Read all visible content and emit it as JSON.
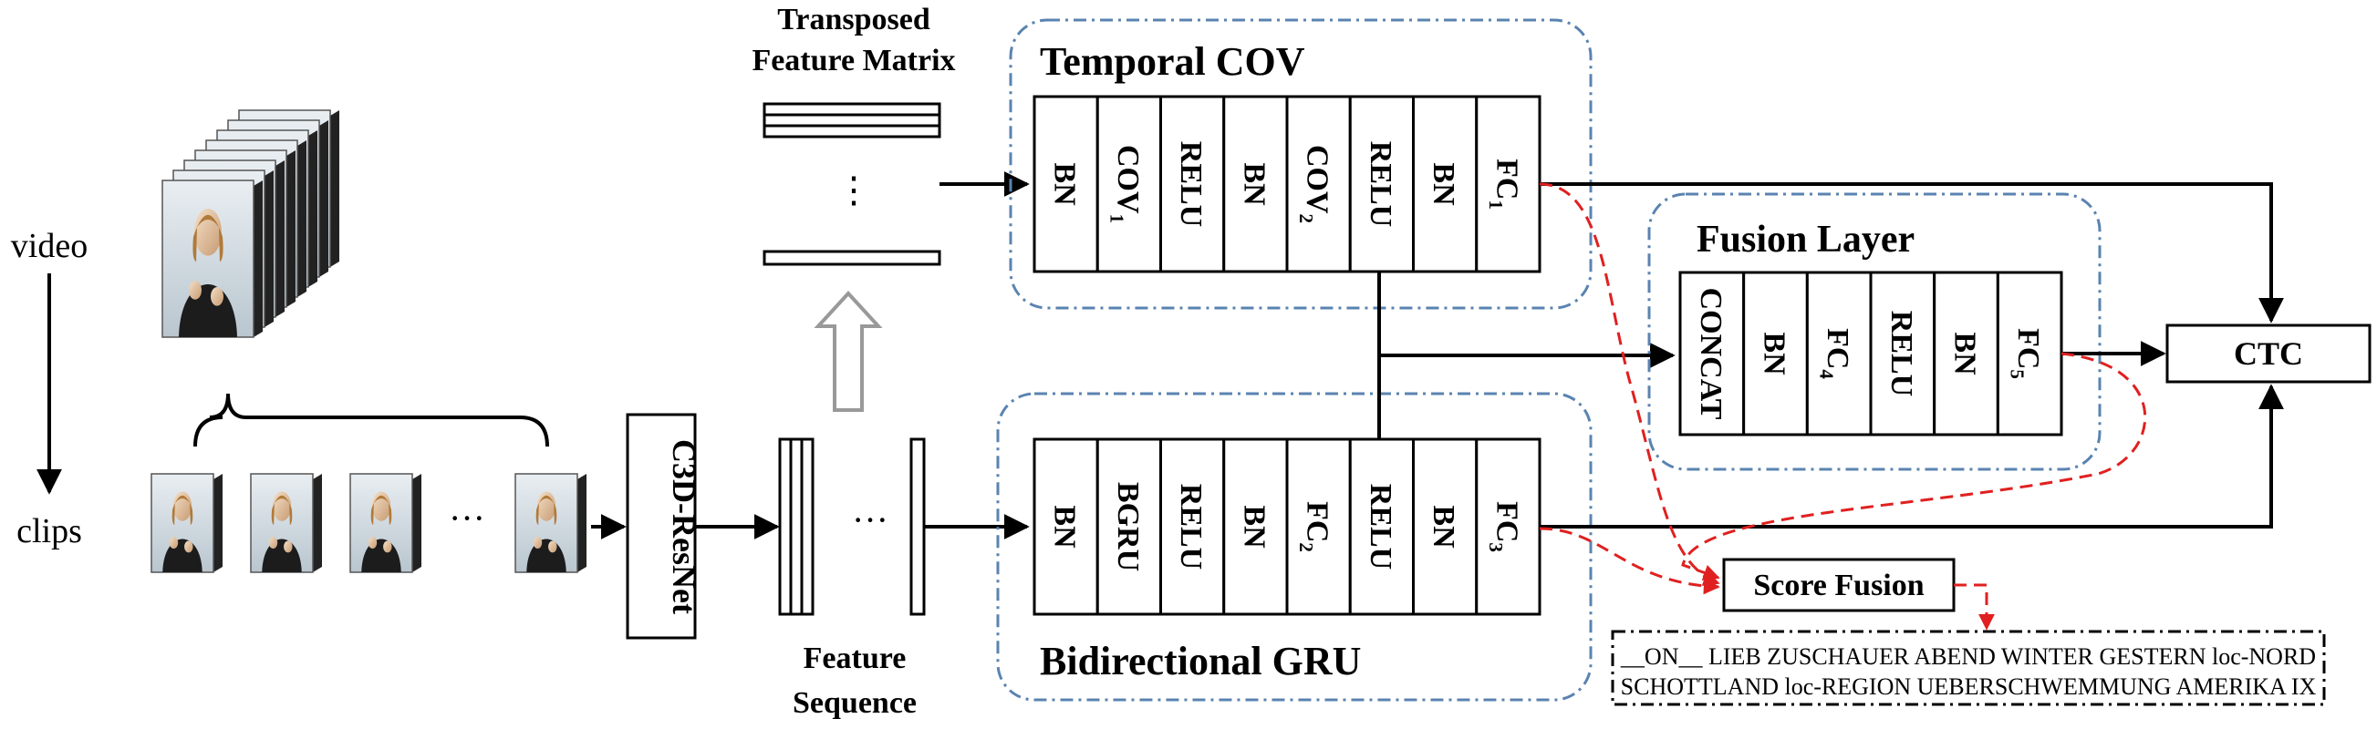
{
  "left": {
    "video": "video",
    "clips": "clips",
    "dots": "···"
  },
  "resnet": "C3D-ResNet",
  "transposed": {
    "line1": "Transposed",
    "line2": "Feature Matrix"
  },
  "feature_seq": {
    "line1": "Feature",
    "line2": "Sequence"
  },
  "temporal": {
    "title": "Temporal COV",
    "layers": [
      {
        "t": "BN",
        "s": ""
      },
      {
        "t": "COV",
        "s": "1"
      },
      {
        "t": "RELU",
        "s": ""
      },
      {
        "t": "BN",
        "s": ""
      },
      {
        "t": "COV",
        "s": "2"
      },
      {
        "t": "RELU",
        "s": ""
      },
      {
        "t": "BN",
        "s": ""
      },
      {
        "t": "FC",
        "s": "1"
      }
    ]
  },
  "gru": {
    "title": "Bidirectional GRU",
    "layers": [
      {
        "t": "BN",
        "s": ""
      },
      {
        "t": "BGRU",
        "s": ""
      },
      {
        "t": "RELU",
        "s": ""
      },
      {
        "t": "BN",
        "s": ""
      },
      {
        "t": "FC",
        "s": "2"
      },
      {
        "t": "RELU",
        "s": ""
      },
      {
        "t": "BN",
        "s": ""
      },
      {
        "t": "FC",
        "s": "3"
      }
    ]
  },
  "fusion": {
    "title": "Fusion Layer",
    "layers": [
      {
        "t": "CONCAT",
        "s": ""
      },
      {
        "t": "BN",
        "s": ""
      },
      {
        "t": "FC",
        "s": "4"
      },
      {
        "t": "RELU",
        "s": ""
      },
      {
        "t": "BN",
        "s": ""
      },
      {
        "t": "FC",
        "s": "5"
      }
    ]
  },
  "ctc": "CTC",
  "score_fusion": "Score Fusion",
  "output": {
    "line1": "__ON__ LIEB ZUSCHAUER ABEND WINTER GESTERN loc-NORD",
    "line2": "SCHOTTLAND loc-REGION UEBERSCHWEMMUNG AMERIKA IX"
  },
  "colors": {
    "frame": "#5a83b0",
    "score_path": "#e02020",
    "line": "#000000"
  }
}
